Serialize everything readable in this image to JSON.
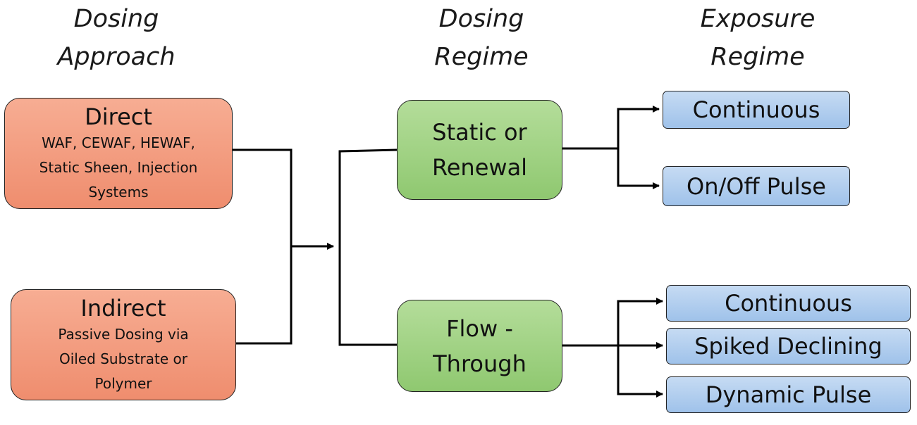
{
  "headers": {
    "approach": "Dosing\nApproach",
    "dosing_regime": "Dosing\nRegime",
    "exposure_regime": "Exposure\nRegime"
  },
  "approaches": {
    "direct": {
      "title": "Direct",
      "detail": "WAF, CEWAF, HEWAF,\nStatic Sheen, Injection\nSystems"
    },
    "indirect": {
      "title": "Indirect",
      "detail": "Passive Dosing via\nOiled Substrate or\nPolymer"
    }
  },
  "regimes": {
    "static_renewal": "Static or\nRenewal",
    "flow_through": "Flow -\nThrough"
  },
  "exposures": {
    "static": [
      "Continuous",
      "On/Off Pulse"
    ],
    "flow": [
      "Continuous",
      "Spiked Declining",
      "Dynamic Pulse"
    ]
  },
  "colors": {
    "approach_fill": "#f08f70",
    "regime_fill": "#97cd78",
    "exposure_fill": "#a9c9ec",
    "line": "#000000"
  }
}
